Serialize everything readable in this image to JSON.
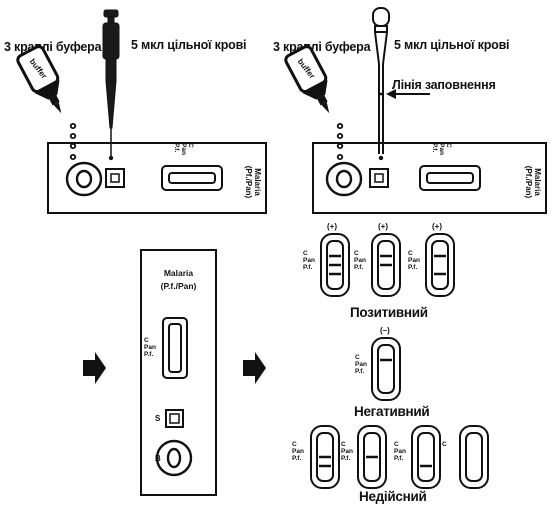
{
  "labels": {
    "buffer_drops": "3 краплі буфера",
    "blood_volume": "5 мкл цільної крові",
    "fill_line": "Лінія заповнення",
    "positive": "Позитивний",
    "negative": "Негативний",
    "invalid": "Недійсний"
  },
  "cassette": {
    "name": "Malaria",
    "type": "(P.f./Pan)",
    "type_rotated": "(Pf./Pan)",
    "line_c": "C",
    "line_pan": "Pan",
    "line_pf": "P.f.",
    "well_s": "S",
    "well_b": "B"
  },
  "bottle_label": "buffer",
  "results": {
    "positive_signs": [
      "(+)",
      "(+)",
      "(+)"
    ],
    "negative_sign": "(–)"
  },
  "colors": {
    "ink": "#111111",
    "background": "#ffffff"
  }
}
